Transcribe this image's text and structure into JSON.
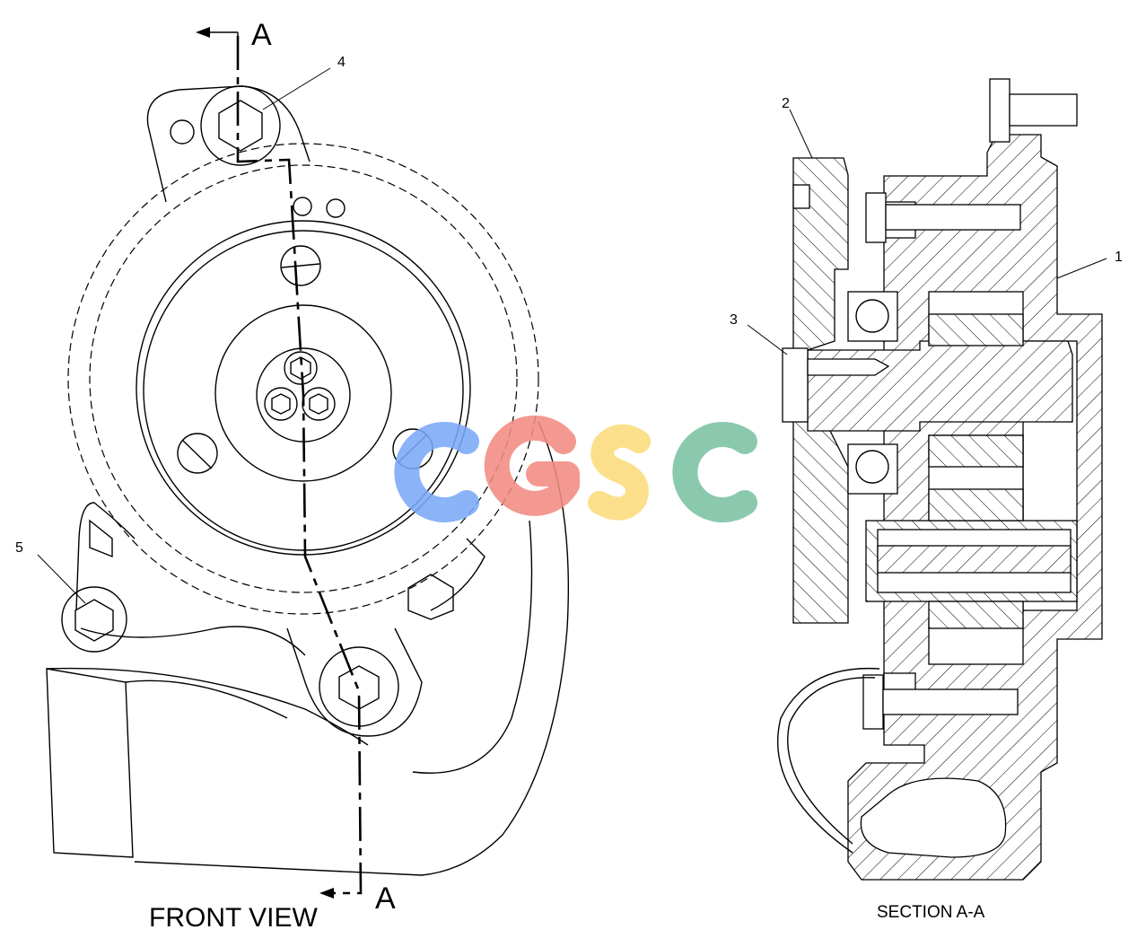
{
  "views": {
    "front_title": "FRONT VIEW",
    "section_title": "SECTION A-A",
    "section_marker_top": "A",
    "section_marker_bottom": "A"
  },
  "callouts": [
    {
      "id": "1",
      "label": "1"
    },
    {
      "id": "2",
      "label": "2"
    },
    {
      "id": "3",
      "label": "3"
    },
    {
      "id": "4",
      "label": "4"
    },
    {
      "id": "5",
      "label": "5"
    }
  ],
  "watermark": {
    "letters": [
      "C",
      "G",
      "S",
      "C"
    ],
    "colors": [
      "#7aa9f7",
      "#f28b82",
      "#fbdb7c",
      "#7cc2a3"
    ]
  }
}
